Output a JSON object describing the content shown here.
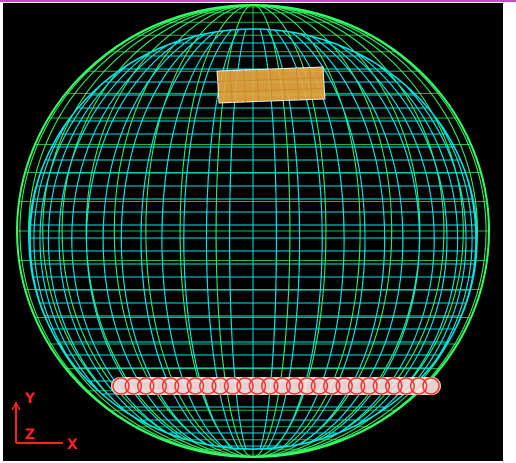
{
  "viewport": {
    "background": "#000000",
    "frame_color": "#c050c0"
  },
  "model": {
    "type": "wireframe-sphere",
    "mesh_colors": {
      "inner_grid": "#00e5e5",
      "outer_shell": "#33ff66",
      "top_patch": "#e8a840",
      "ring_circles": "#ff3030",
      "ring_fill": "#ffe8e8"
    },
    "ring_circle_count": 26
  },
  "axes_triad": {
    "color": "#ff2020",
    "labels": {
      "y": "Y",
      "z": "Z",
      "x": "X"
    }
  }
}
